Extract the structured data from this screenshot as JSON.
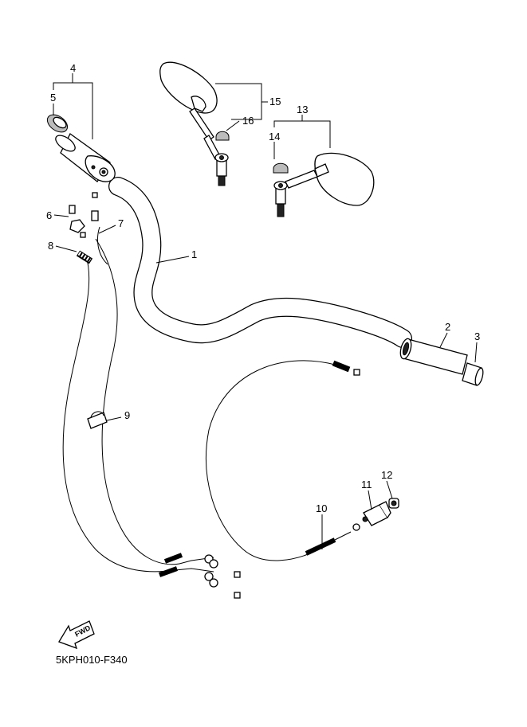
{
  "parts": [
    {
      "id": "part-1",
      "number": "1"
    },
    {
      "id": "part-2",
      "number": "2"
    },
    {
      "id": "part-3",
      "number": "3"
    },
    {
      "id": "part-4",
      "number": "4"
    },
    {
      "id": "part-5",
      "number": "5"
    },
    {
      "id": "part-6",
      "number": "6"
    },
    {
      "id": "part-7",
      "number": "7"
    },
    {
      "id": "part-8",
      "number": "8"
    },
    {
      "id": "part-9",
      "number": "9"
    },
    {
      "id": "part-10",
      "number": "10"
    },
    {
      "id": "part-11",
      "number": "11"
    },
    {
      "id": "part-12",
      "number": "12"
    },
    {
      "id": "part-13",
      "number": "13"
    },
    {
      "id": "part-14",
      "number": "14"
    },
    {
      "id": "part-15",
      "number": "15"
    },
    {
      "id": "part-16",
      "number": "16"
    }
  ],
  "fwd_label": "FWD",
  "diagram_code": "5KPH010-F340"
}
